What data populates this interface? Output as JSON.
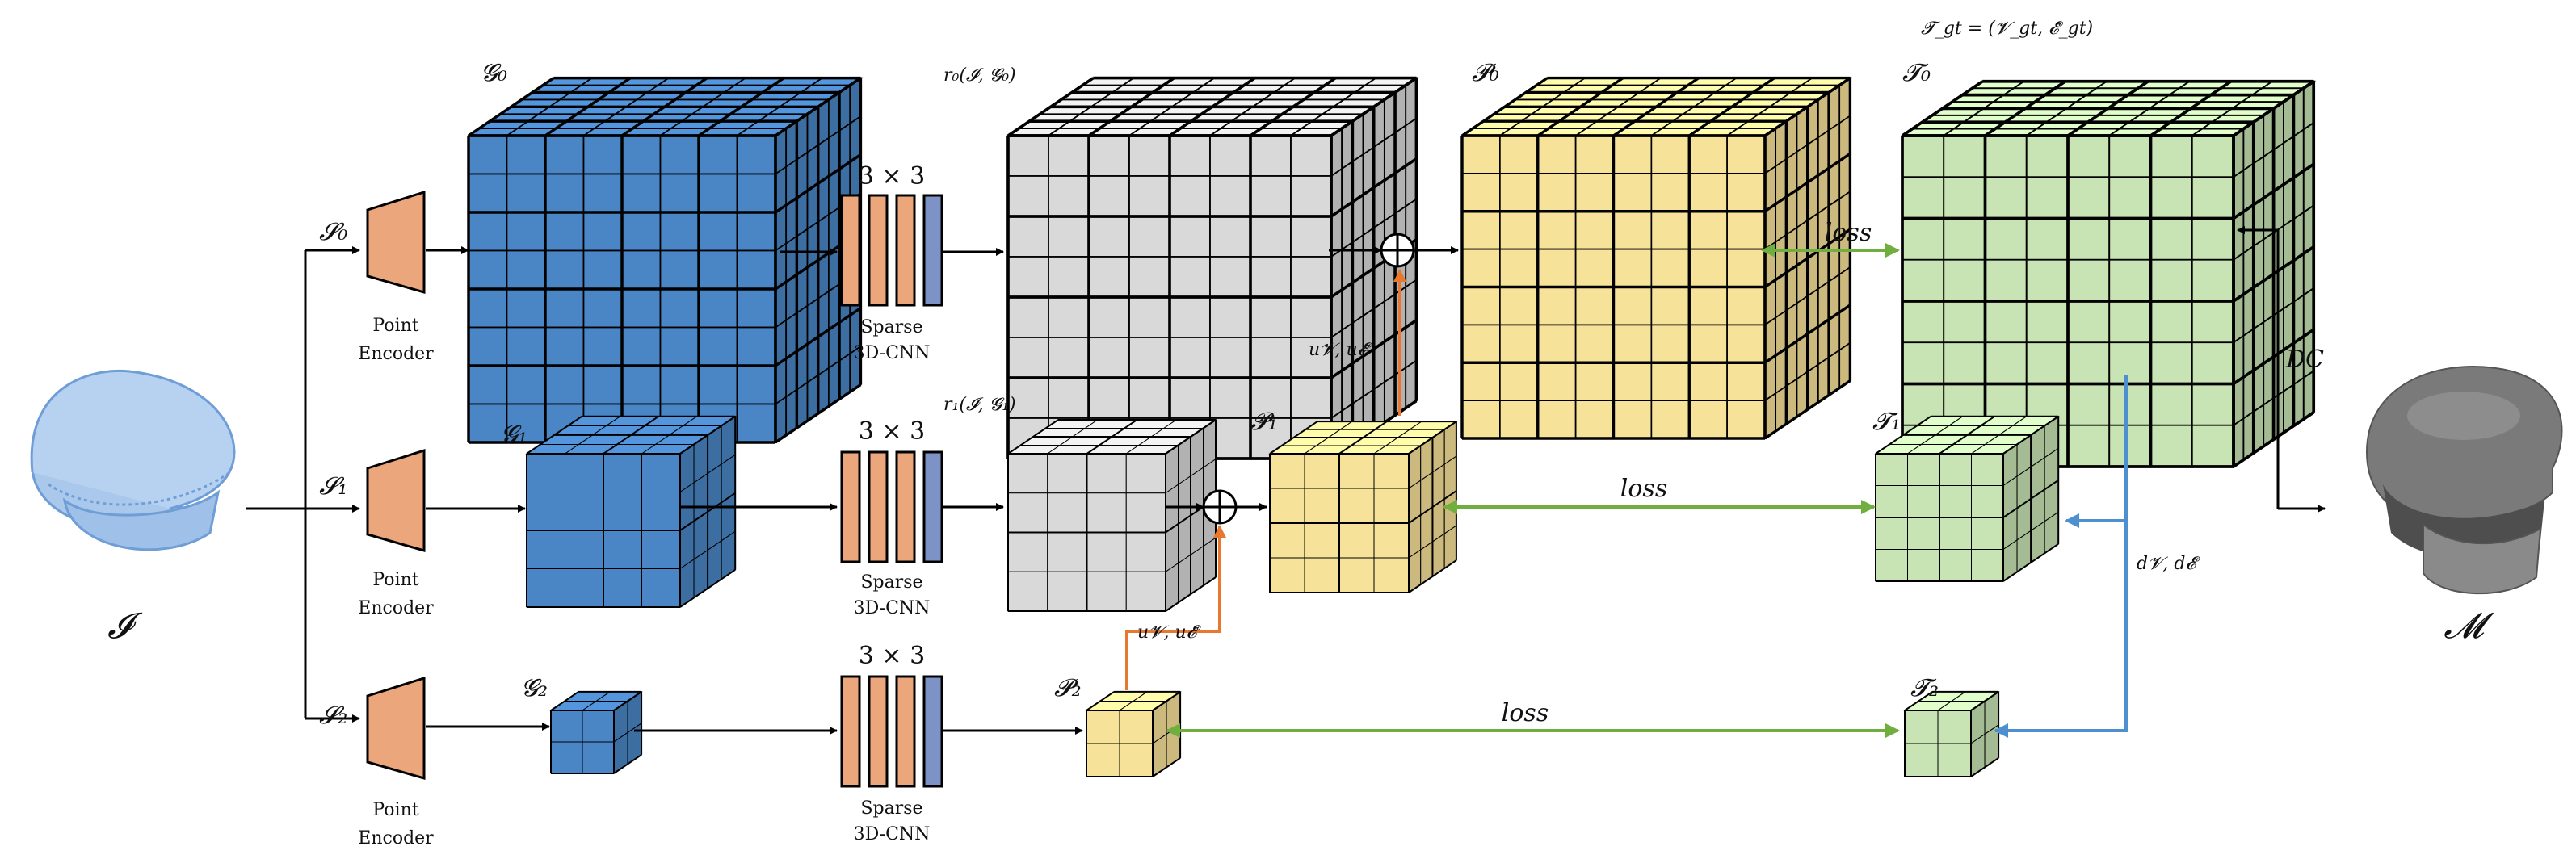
{
  "colors": {
    "grid_blue": "#4a86c5",
    "grid_gray": "#d9d9d9",
    "grid_yellow": "#f7e29a",
    "grid_green": "#c9e4b4",
    "encoder_orange": "#eba67c",
    "conv_blue": "#7d93c8",
    "arrow_orange": "#e8782e",
    "arrow_green": "#6fae3f",
    "arrow_blue": "#4d8fcf",
    "mesh_gray": "#6d6d6d"
  },
  "input": {
    "symbol": "𝓘",
    "icon": "point-cloud-mushroom"
  },
  "output": {
    "symbol": "𝓜",
    "icon": "mesh-mushroom"
  },
  "branches": {
    "s0": "𝓢₀",
    "s1": "𝓢₁",
    "s2": "𝓢₂"
  },
  "encoder": {
    "line1": "Point",
    "line2": "Encoder"
  },
  "grids": {
    "g0": "𝓖₀",
    "g1": "𝓖₁",
    "g2": "𝓖₂"
  },
  "cnn": {
    "kernel": "3 × 3",
    "line1": "Sparse",
    "line2": "3D-CNN"
  },
  "residuals": {
    "r0": "r₀(𝓘, 𝓖₀)",
    "r1": "r₁(𝓘, 𝓖₁)"
  },
  "predictions": {
    "p0": "𝓟₀",
    "p1": "𝓟₁",
    "p2": "𝓟₂"
  },
  "targets": {
    "t0": "𝓣₀",
    "t1": "𝓣₁",
    "t2": "𝓣₂",
    "gt": "𝓣_gt = (𝓥_gt, 𝓔̄_gt)"
  },
  "edge_labels": {
    "upsample": "u𝓥, u𝓔̄",
    "downsample": "d𝓥, d𝓔̄",
    "loss": "loss",
    "dc": "DC",
    "plus": "⊕"
  }
}
